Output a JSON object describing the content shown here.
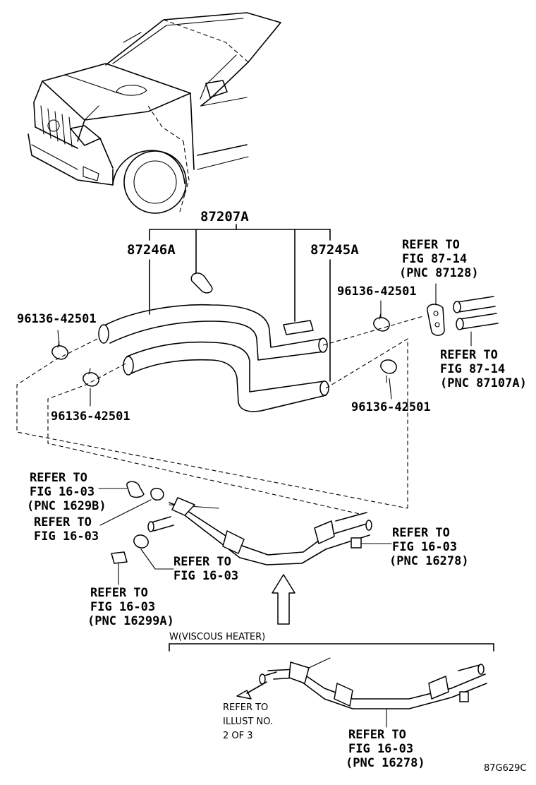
{
  "parts": {
    "assembly": "87207A",
    "hose_left": "87246A",
    "hose_right": "87245A",
    "clamp_top_left": "96136-42501",
    "clamp_mid_left": "96136-42501",
    "clamp_top_right": "96136-42501",
    "clamp_mid_right": "96136-42501"
  },
  "refs": {
    "fig8714_a": [
      "REFER TO",
      "FIG 87-14",
      "(PNC 87128)"
    ],
    "fig8714_b": [
      "REFER TO",
      "FIG 87-14",
      "(PNC 87107A)"
    ],
    "fig1603_a": [
      "REFER TO",
      "FIG 16-03",
      "(PNC 1629B)"
    ],
    "fig1603_b": [
      "REFER TO",
      "FIG 16-03"
    ],
    "fig1603_c": [
      "REFER TO",
      "FIG 16-03",
      "(PNC 16278)"
    ],
    "fig1603_d": [
      "REFER TO",
      "FIG 16-03"
    ],
    "fig1603_e": [
      "REFER TO",
      "FIG 16-03",
      "(PNC 16299A)"
    ],
    "fig1603_f": [
      "REFER TO",
      "FIG 16-03",
      "(PNC 16278)"
    ],
    "illust": [
      "REFER TO",
      "ILLUST NO.",
      "2 OF 3"
    ]
  },
  "variant_label": "W(VISCOUS HEATER)",
  "figure_code": "87G629C",
  "arrow_icon": "arrow-up-outline-icon"
}
